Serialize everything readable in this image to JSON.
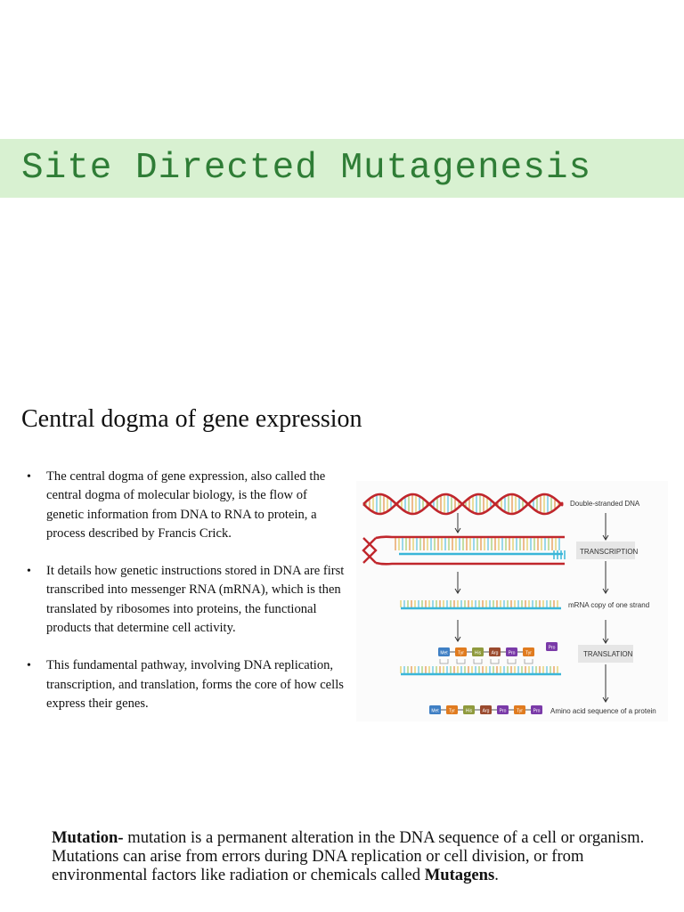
{
  "title": "Site Directed Mutagenesis",
  "section_heading": "Central dogma of gene expression",
  "bullets": [
    "The central dogma of gene expression, also called the central dogma of molecular biology, is the flow of genetic information from DNA to RNA to protein, a process described by Francis Crick.",
    "It details how genetic instructions stored in DNA are first transcribed into messenger RNA (mRNA), which is then translated by ribosomes into proteins, the functional products that determine cell activity.",
    "This fundamental pathway, involving DNA replication, transcription, and translation, forms the core of how cells express their genes."
  ],
  "diagram": {
    "labels": {
      "dna": "Double-stranded DNA",
      "transcription": "TRANSCRIPTION",
      "mrna": "mRNA copy of one strand",
      "translation": "TRANSLATION",
      "protein": "Amino acid sequence of a protein"
    },
    "translation_chain": [
      "Met",
      "Tyr",
      "His",
      "Arg",
      "Pro",
      "Tyr"
    ],
    "incoming_amino_acid": "Pro",
    "protein_chain": [
      "Met",
      "Tyr",
      "His",
      "Arg",
      "Pro",
      "Tyr",
      "Pro"
    ],
    "colors": {
      "dna_strand": "#c0262c",
      "mrna": "#3ab6d8",
      "Met": "#3f7fc4",
      "Tyr": "#e07b1f",
      "His": "#8f9a3d",
      "Arg": "#9a4a2e",
      "Pro": "#7a3aa8"
    }
  },
  "mutation": {
    "term": "Mutation-",
    "text": " mutation is a permanent alteration in the DNA sequence of a cell or organism. Mutations can arise from errors during DNA replication or cell division, or from environmental factors like radiation or chemicals called ",
    "mutagens": "Mutagens",
    "end": "."
  }
}
